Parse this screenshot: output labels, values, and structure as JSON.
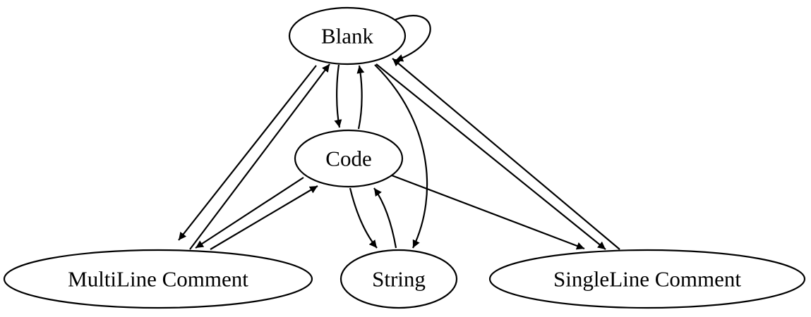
{
  "diagram": {
    "nodes": {
      "blank": "Blank",
      "code": "Code",
      "multiline": "MultiLine Comment",
      "string": "String",
      "singleline": "SingleLine Comment"
    },
    "edges": [
      {
        "from": "Blank",
        "to": "Blank"
      },
      {
        "from": "Blank",
        "to": "Code"
      },
      {
        "from": "Code",
        "to": "Blank"
      },
      {
        "from": "Blank",
        "to": "MultiLine Comment"
      },
      {
        "from": "MultiLine Comment",
        "to": "Blank"
      },
      {
        "from": "Blank",
        "to": "String"
      },
      {
        "from": "Blank",
        "to": "SingleLine Comment"
      },
      {
        "from": "SingleLine Comment",
        "to": "Blank"
      },
      {
        "from": "Code",
        "to": "MultiLine Comment"
      },
      {
        "from": "MultiLine Comment",
        "to": "Code"
      },
      {
        "from": "Code",
        "to": "String"
      },
      {
        "from": "String",
        "to": "Code"
      },
      {
        "from": "Code",
        "to": "SingleLine Comment"
      }
    ],
    "colors": {
      "stroke": "#000000",
      "background": "#ffffff"
    }
  }
}
